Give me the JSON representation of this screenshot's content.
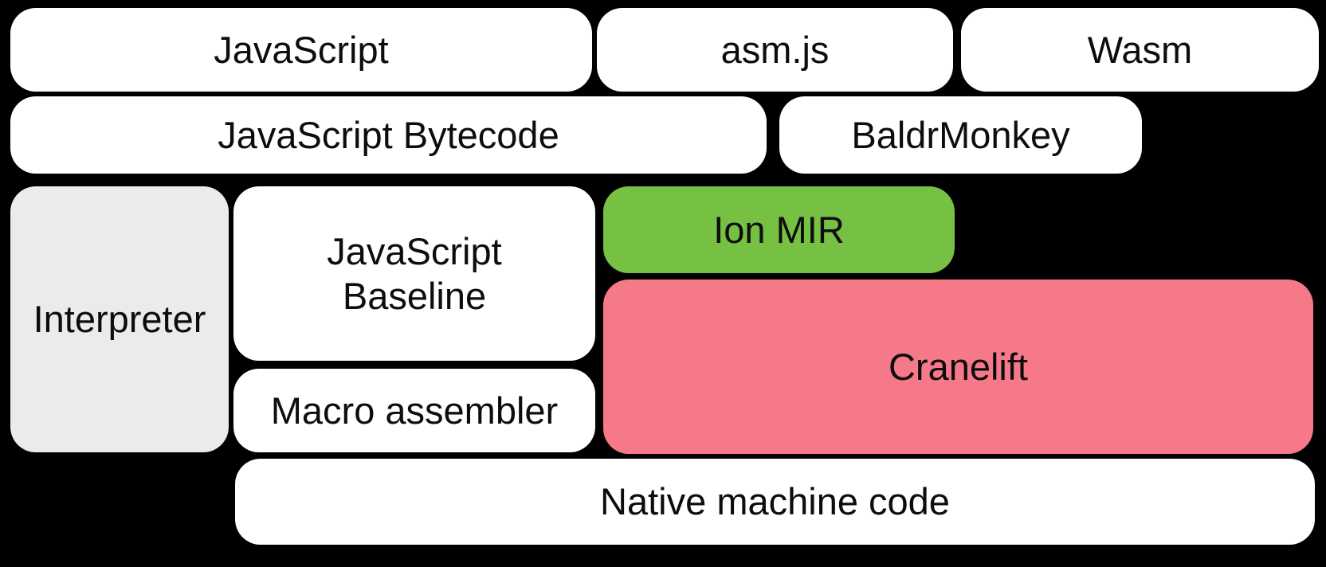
{
  "colors": {
    "background": "#000000",
    "box_white": "#ffffff",
    "box_grey": "#ebebeb",
    "box_green": "#76c143",
    "box_pink": "#f6798a",
    "text": "#0d0d0d"
  },
  "diagram": {
    "nodes": {
      "javascript": {
        "label": "JavaScript",
        "color": "#ffffff"
      },
      "asmjs": {
        "label": "asm.js",
        "color": "#ffffff"
      },
      "wasm": {
        "label": "Wasm",
        "color": "#ffffff"
      },
      "bytecode": {
        "label": "JavaScript Bytecode",
        "color": "#ffffff"
      },
      "baldrmonkey": {
        "label": "BaldrMonkey",
        "color": "#ffffff"
      },
      "interpreter": {
        "label": "Interpreter",
        "color": "#ebebeb"
      },
      "baseline": {
        "label": "JavaScript\nBaseline",
        "color": "#ffffff"
      },
      "ionmir": {
        "label": "Ion MIR",
        "color": "#76c143"
      },
      "cranelift": {
        "label": "Cranelift",
        "color": "#f6798a"
      },
      "macro": {
        "label": "Macro assembler",
        "color": "#ffffff"
      },
      "native": {
        "label": "Native machine code",
        "color": "#ffffff"
      }
    }
  }
}
